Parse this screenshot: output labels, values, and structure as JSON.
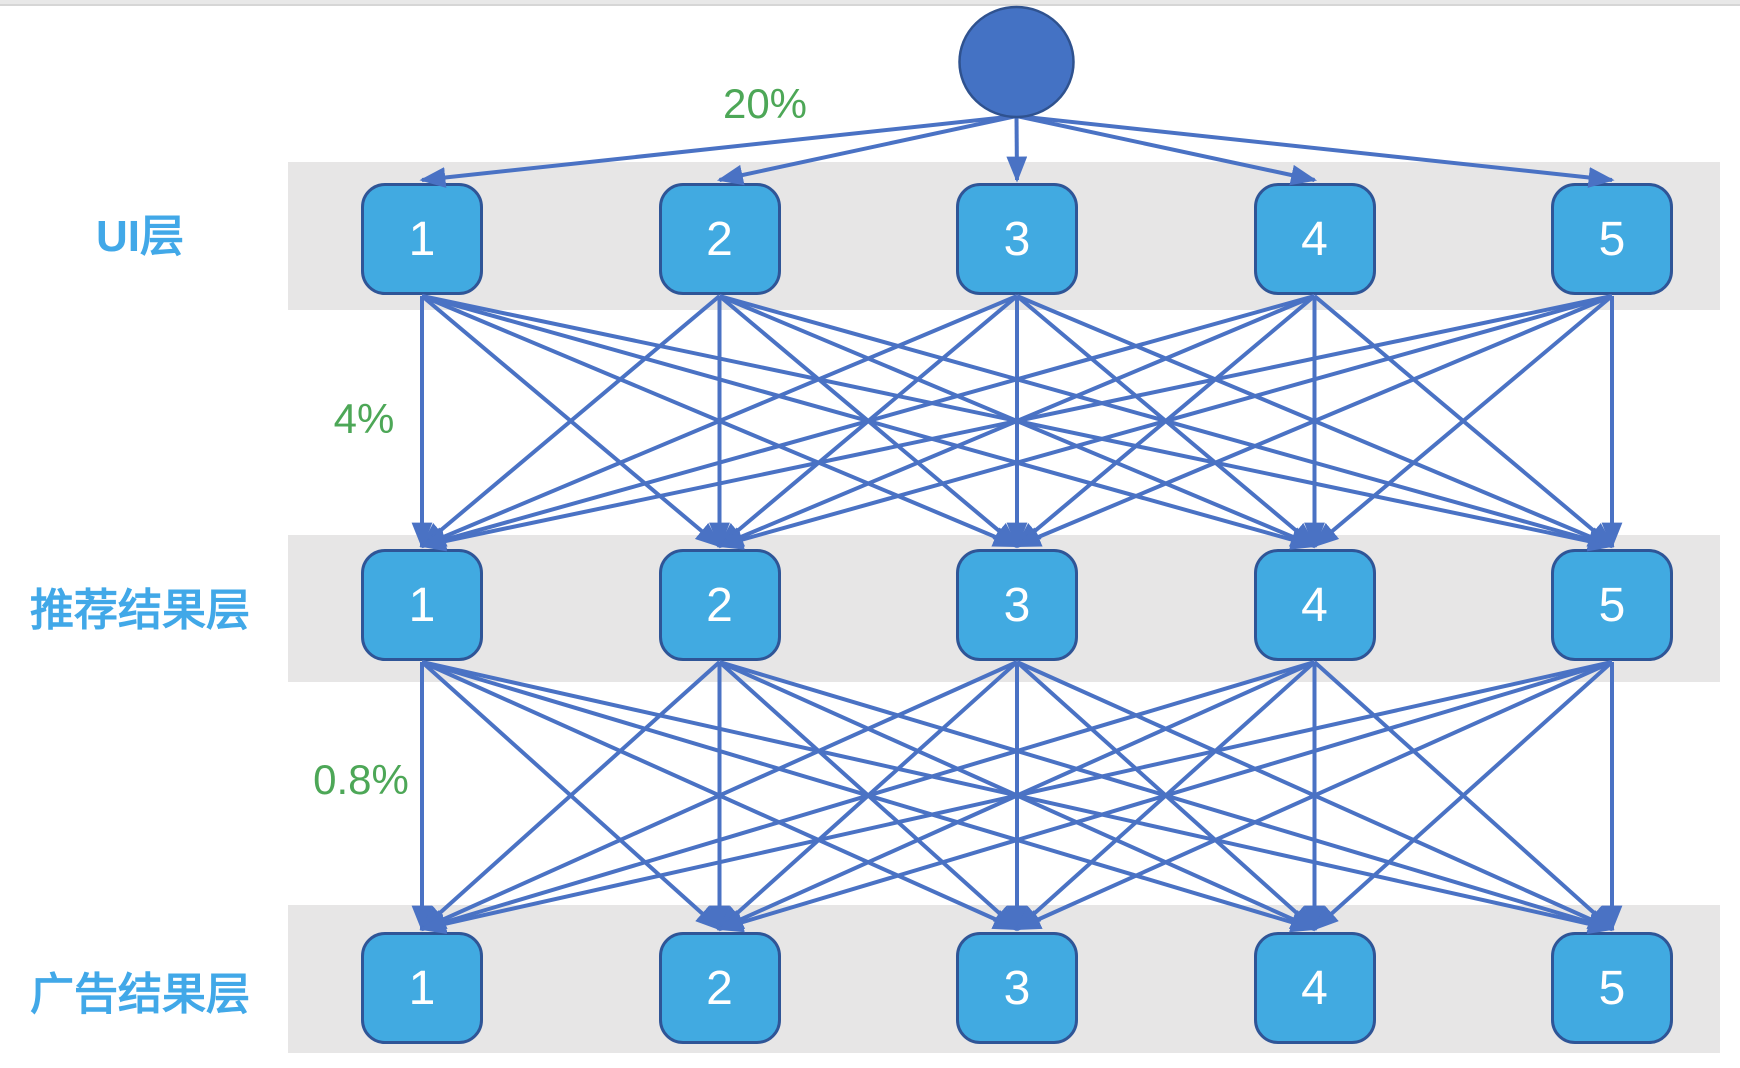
{
  "diagram": {
    "root_node": {
      "icon": "circle"
    },
    "layers": [
      {
        "label": "UI层",
        "nodes": [
          "1",
          "2",
          "3",
          "4",
          "5"
        ]
      },
      {
        "label": "推荐结果层",
        "nodes": [
          "1",
          "2",
          "3",
          "4",
          "5"
        ]
      },
      {
        "label": "广告结果层",
        "nodes": [
          "1",
          "2",
          "3",
          "4",
          "5"
        ]
      }
    ],
    "rate_labels": [
      "20%",
      "4%",
      "0.8%"
    ],
    "connections": {
      "root_to_layer1": "all",
      "layer1_to_layer2": "full-bipartite",
      "layer2_to_layer3": "full-bipartite"
    },
    "colors": {
      "node_fill": "#41aae1",
      "node_border": "#2f5597",
      "arrow": "#4a72c4",
      "root_fill": "#4472c4",
      "root_border": "#2f528f",
      "band": "#e7e6e6",
      "layer_label": "#41a8e8",
      "rate_label": "#4da757"
    }
  }
}
